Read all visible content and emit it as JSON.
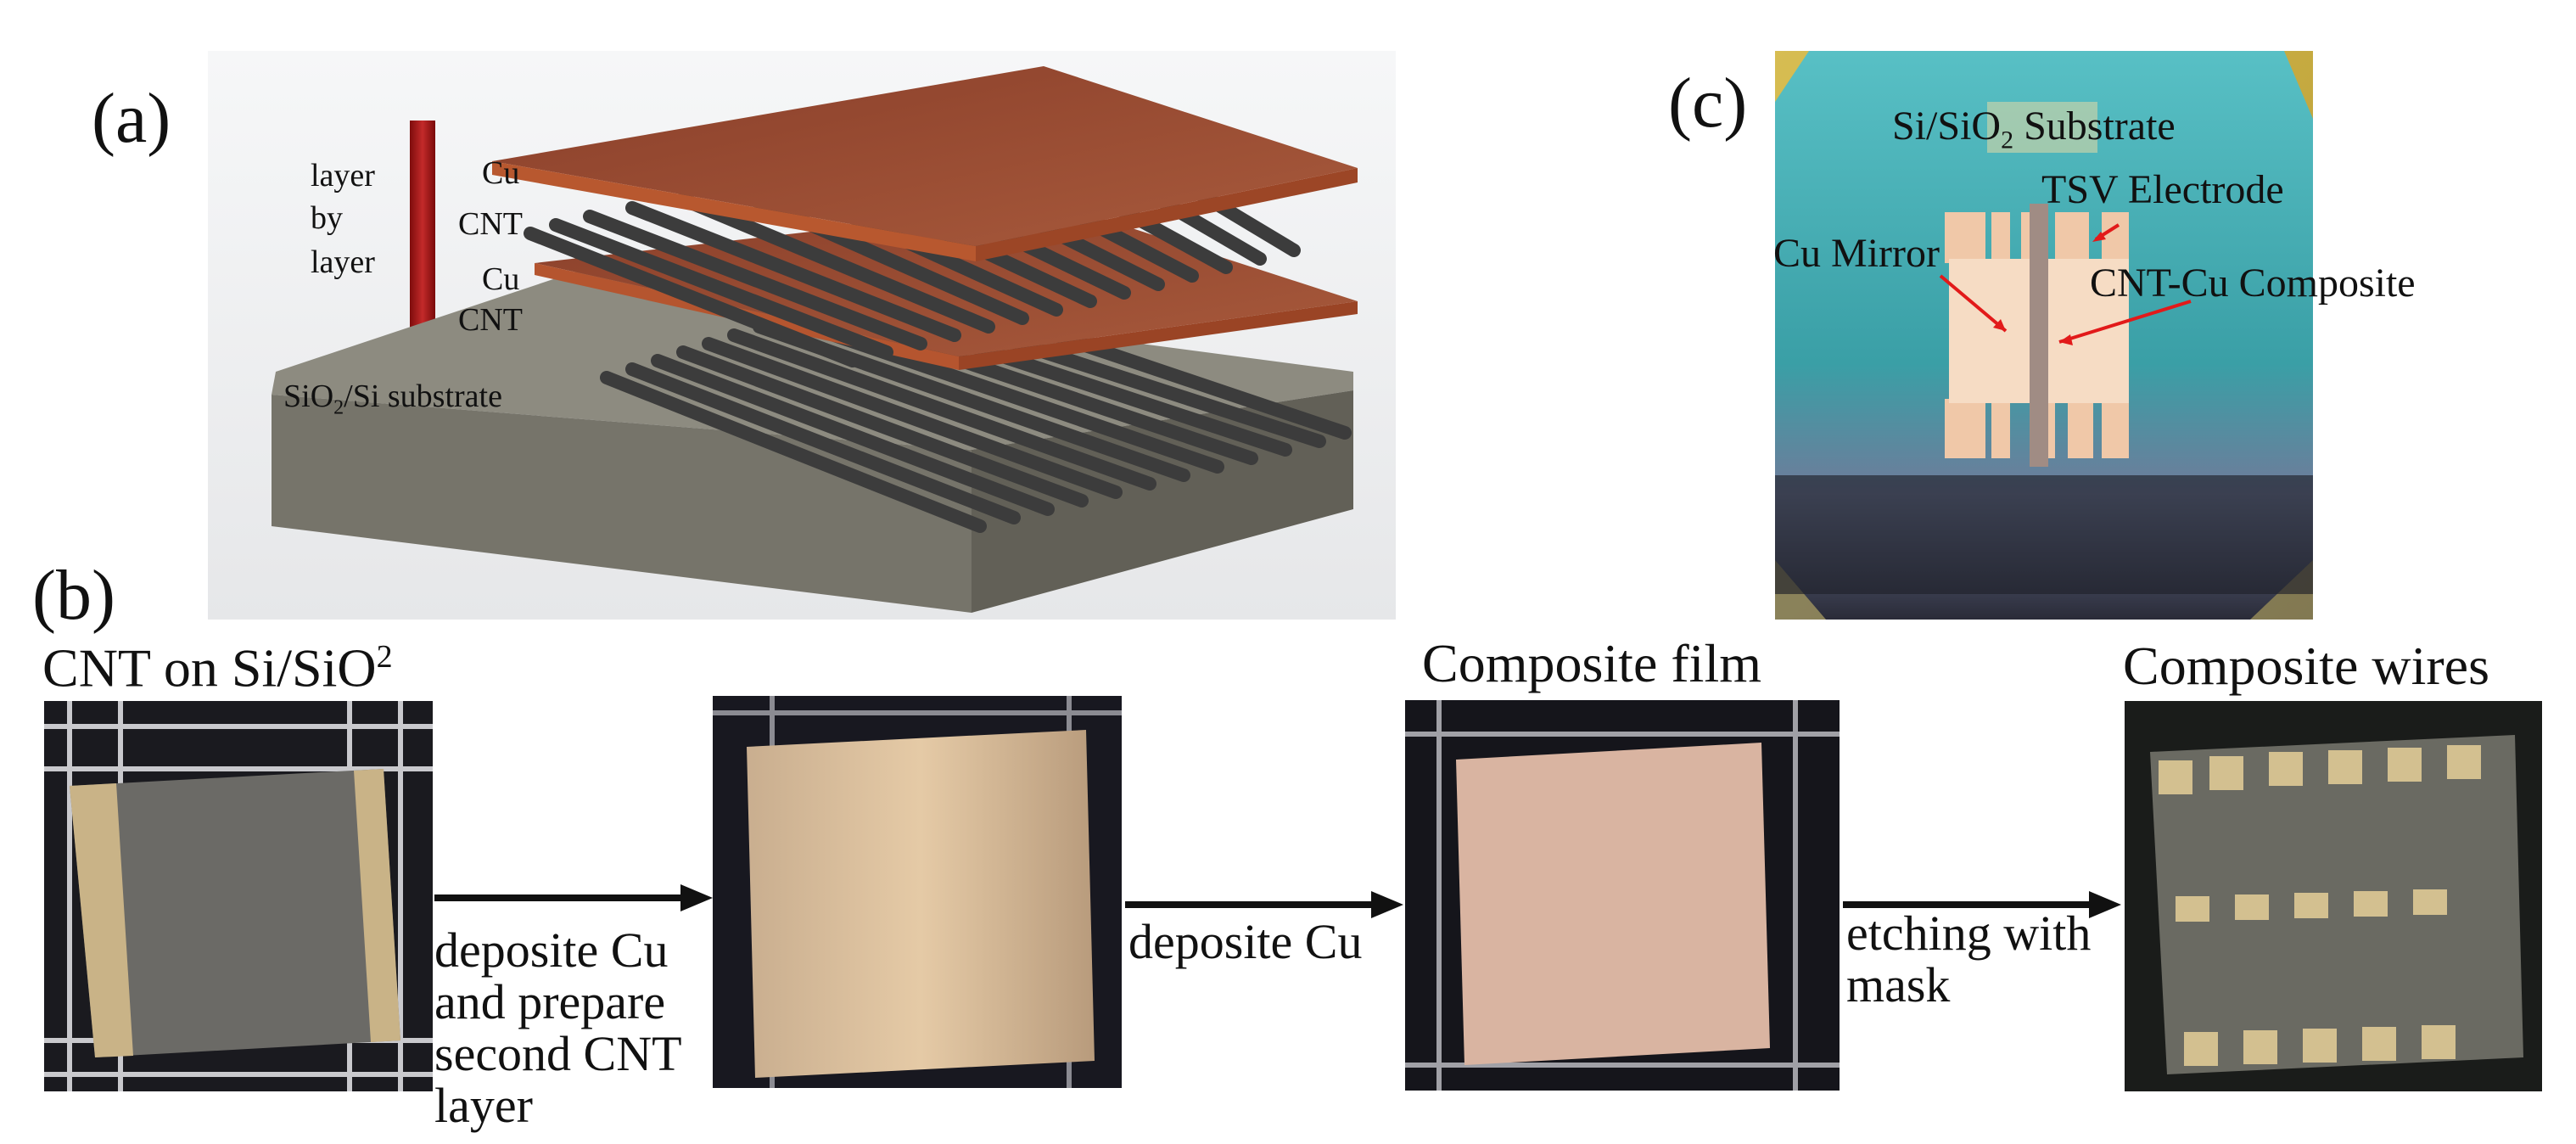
{
  "panel_a": {
    "label": "(a)",
    "direction_text": [
      "layer",
      "by",
      "layer"
    ],
    "layer_labels": [
      "Cu",
      "CNT",
      "Cu",
      "CNT"
    ],
    "substrate_label_pre": "SiO",
    "substrate_label_sub": "2",
    "substrate_label_post": "/Si substrate",
    "colors": {
      "copper": "#9c4a30",
      "arrow": "#a01818",
      "substrate": "#77756b",
      "cnt": "#3a3a3a"
    }
  },
  "panel_b": {
    "label": "(b)",
    "captions": {
      "cnt_on_si_pre": "CNT on Si/SiO",
      "cnt_on_si_sup": "2",
      "composite_film": "Composite film",
      "composite_wires": "Composite wires"
    },
    "steps": {
      "step1": [
        "deposite Cu",
        "and prepare",
        "second CNT",
        "layer"
      ],
      "step2": [
        "deposite Cu"
      ],
      "step3": [
        "etching with",
        "mask"
      ]
    }
  },
  "panel_c": {
    "label": "(c)",
    "substrate_pre": "Si/SiO",
    "substrate_sub": "2",
    "substrate_post": " Substrate",
    "tsv": "TSV Electrode",
    "mirror": "Cu Mirror",
    "composite": "CNT-Cu Composite",
    "colors": {
      "annotation_arrow": "#e21a1a",
      "substrate": "#3ea7a6",
      "tape": "#c9a93a"
    }
  }
}
